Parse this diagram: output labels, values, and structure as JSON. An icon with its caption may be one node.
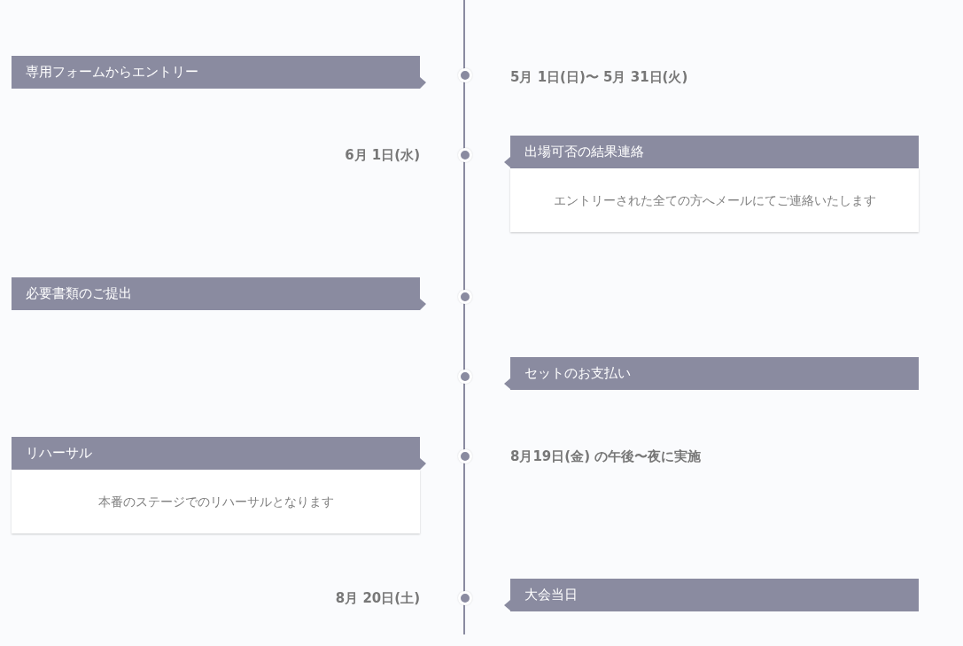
{
  "diagram": {
    "nodes": [
      {
        "text": [
          "専用フォームからエントリー"
        ]
      },
      {
        "text": [
          "出場可否の結果連絡"
        ]
      },
      {
        "text": [
          "エントリーされた全ての方へメールにてご連絡いたします"
        ]
      },
      {
        "text": [
          "必要書類のご提出"
        ]
      },
      {
        "text": [
          "セットのお支払い"
        ]
      },
      {
        "text": [
          "リハーサル"
        ]
      },
      {
        "text": [
          "本番のステージでのリハーサルとなります"
        ]
      },
      {
        "text": [
          "大会当日"
        ]
      }
    ],
    "labels": [
      "5月 1日(日)〜 5月 31日(火)",
      "6月 1日(水)",
      "8月19日(金) の午後〜夜に実施",
      "8月 20日(土)"
    ]
  }
}
